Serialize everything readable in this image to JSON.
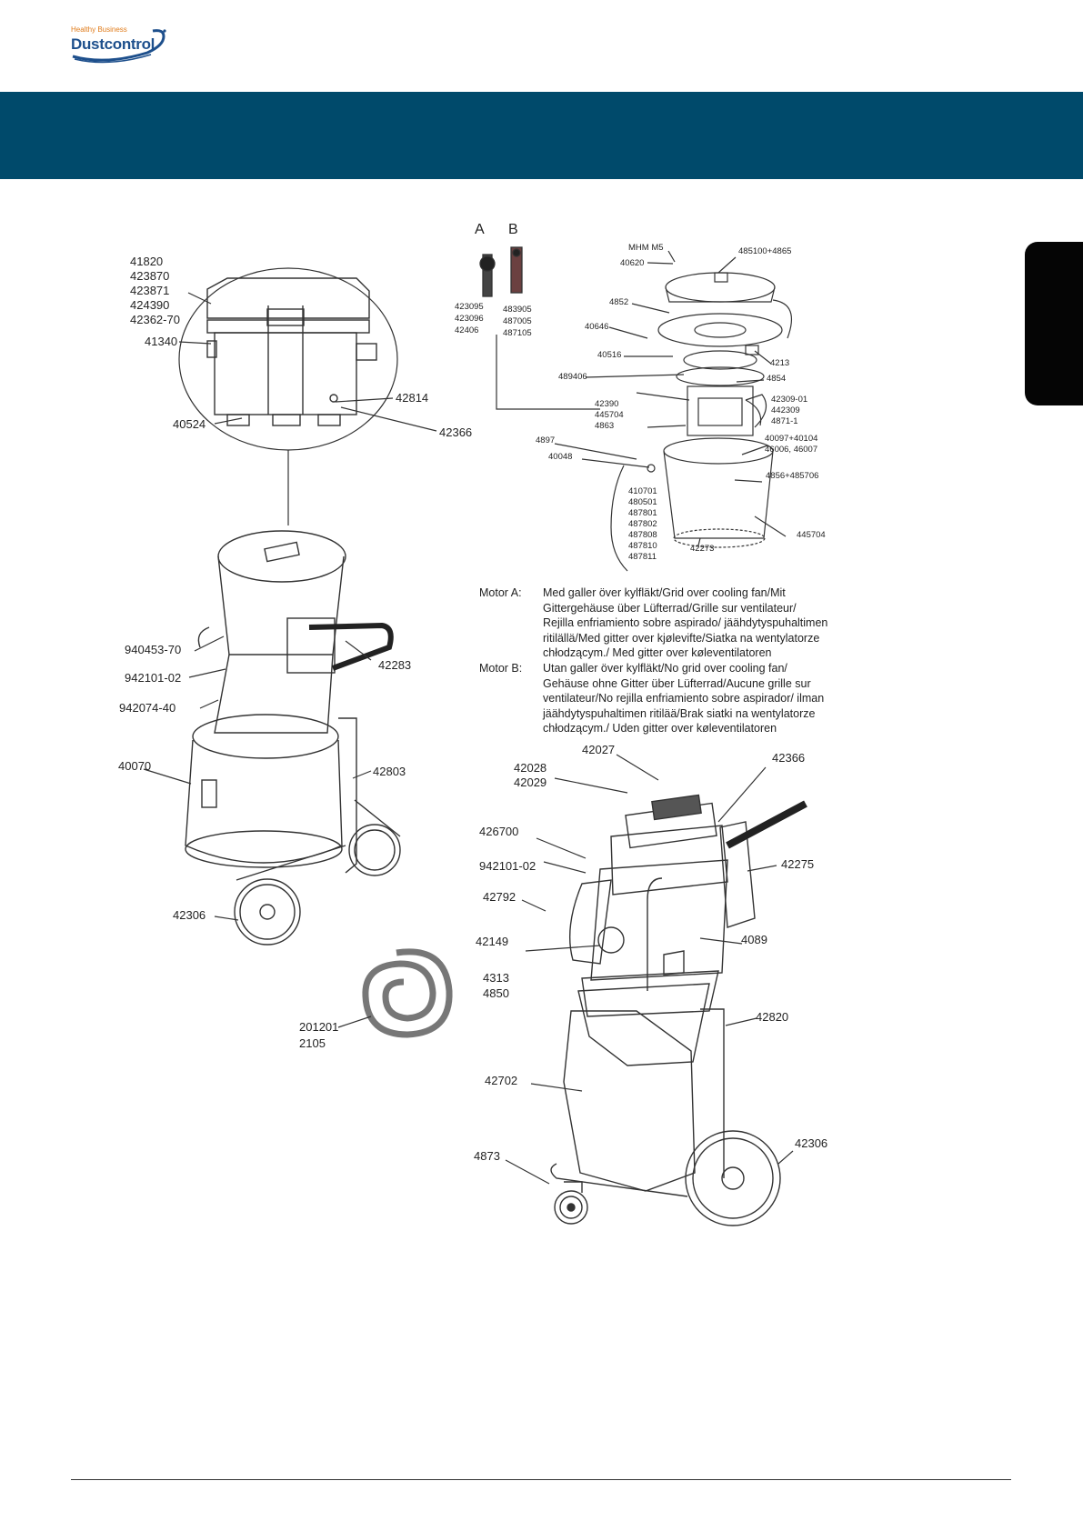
{
  "header": {
    "logo_tagline": "Healthy Business",
    "logo_name": "Dustcontrol"
  },
  "variants": {
    "a": "A",
    "b": "B"
  },
  "parts": {
    "p41820": "41820",
    "p423870": "423870",
    "p423871": "423871",
    "p424390": "424390",
    "p42362_70": "42362-70",
    "p41340": "41340",
    "p42814": "42814",
    "p40524": "40524",
    "p42366_top": "42366",
    "a1": "423095",
    "a2": "423096",
    "a3": "42406",
    "b1": "483905",
    "b2": "487005",
    "b3": "487105",
    "mhm": "MHM M5",
    "p40620": "40620",
    "p485100": "485100+4865",
    "p4852": "4852",
    "p40646": "40646",
    "p40516": "40516",
    "p4213": "4213",
    "p489406": "489406",
    "p4854": "4854",
    "p42390": "42390",
    "p445704a": "445704",
    "p4863": "4863",
    "p42309_01": "42309-01",
    "p442309": "442309",
    "p4871_1": "4871-1",
    "p4897": "4897",
    "p40048": "40048",
    "p40097": "40097+40104",
    "p46006": "46006, 46007",
    "p4856": "4856+485706",
    "p410701": "410701",
    "p480501": "480501",
    "p487801": "487801",
    "p487802": "487802",
    "p487808": "487808",
    "p487810": "487810",
    "p487811": "487811",
    "p42273": "42273",
    "p445704b": "445704",
    "p940453": "940453-70",
    "p942101a": "942101-02",
    "p942074": "942074-40",
    "p42283": "42283",
    "p40070": "40070",
    "p42803": "42803",
    "p42306a": "42306",
    "p201201": "201201",
    "p2105": "2105",
    "p42027": "42027",
    "p42366b": "42366",
    "p42028": "42028",
    "p42029": "42029",
    "p426700": "426700",
    "p942101b": "942101-02",
    "p42275": "42275",
    "p42792": "42792",
    "p42149": "42149",
    "p4089": "4089",
    "p4313": "4313",
    "p4850": "4850",
    "p42820": "42820",
    "p42702": "42702",
    "p42306b": "42306",
    "p4873": "4873"
  },
  "motor_notes": {
    "a_label": "Motor A:",
    "a_lines": [
      "Med galler över kylfläkt/Grid over cooling fan/Mit",
      "Gittergehäuse über Lüfterrad/Grille sur ventilateur/",
      "Rejilla enfriamiento sobre aspirado/ jäähdytyspuhaltimen",
      "ritilällä/Med gitter over kjølevifte/Siatka na wentylatorze",
      "chłodzącym./ Med gitter over køleventilatoren"
    ],
    "b_label": "Motor B:",
    "b_lines": [
      "Utan galler över kylfläkt/No grid over cooling fan/",
      "Gehäuse ohne Gitter über Lüfterrad/Aucune grille sur",
      "ventilateur/No rejilla enfriamiento sobre aspirador/ ilman",
      "jäähdytyspuhaltimen ritilää/Brak siatki na wentylatorze",
      "chłodzącym./ Uden gitter over køleventilatoren"
    ]
  }
}
